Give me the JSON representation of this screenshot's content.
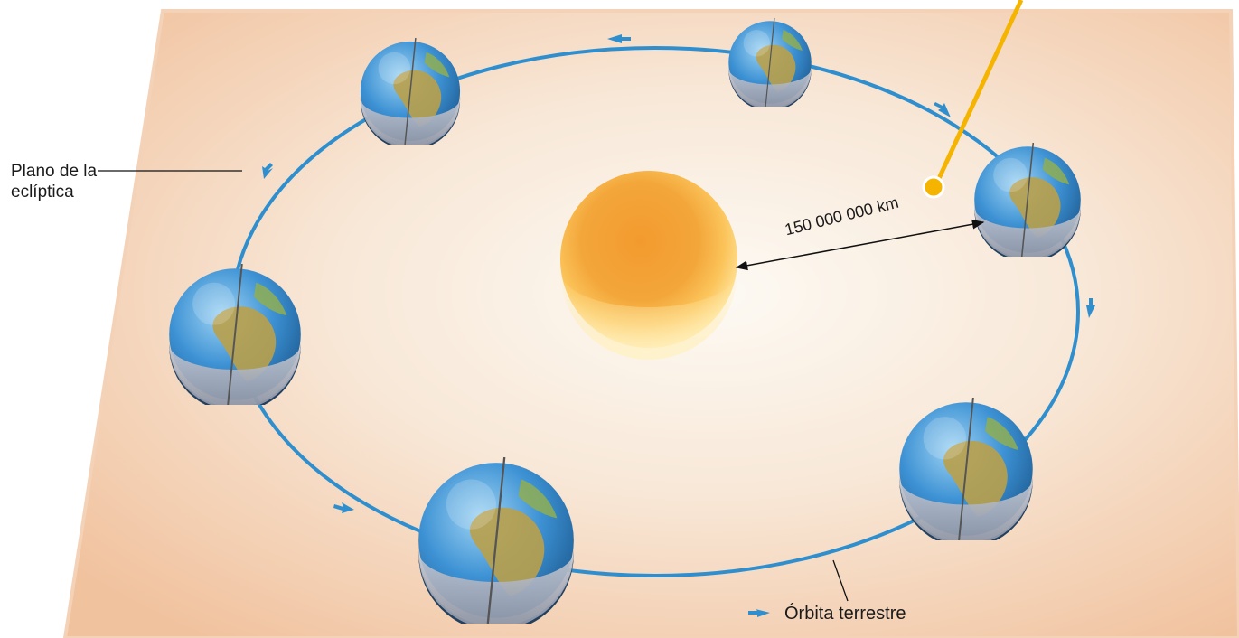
{
  "labels": {
    "plane_line1": "Plano de la",
    "plane_line2": "eclíptica",
    "orbit": "Órbita terrestre",
    "distance": "150 000 000 km"
  },
  "colors": {
    "plane_warm": "#f2c7a3",
    "plane_light": "#fbf3ea",
    "orbit": "#2f8fce",
    "sun_core": "#f08a1e",
    "sun_light": "#ffd66a",
    "pointer": "#f5b400",
    "ocean": "#3d92d4",
    "land": "#b9a04a"
  },
  "icons": {
    "sun": "sun-sphere",
    "earth": "earth-globe"
  }
}
